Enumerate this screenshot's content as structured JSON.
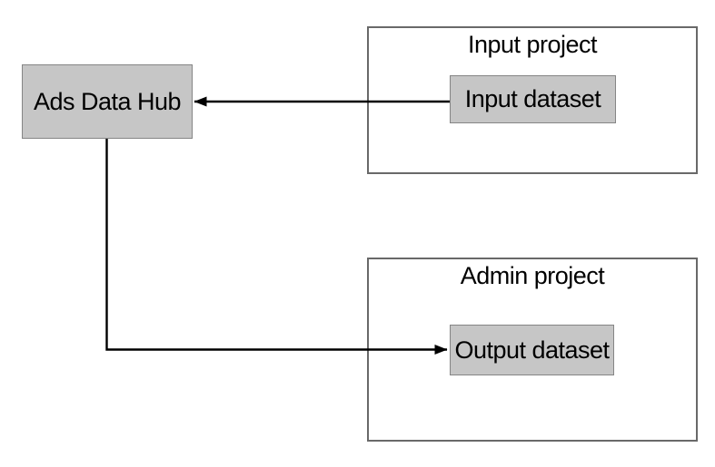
{
  "diagram": {
    "nodes": {
      "ads_data_hub": {
        "label": "Ads Data Hub"
      },
      "input_project": {
        "label": "Input project"
      },
      "input_dataset": {
        "label": "Input dataset",
        "parent": "Input project"
      },
      "admin_project": {
        "label": "Admin project"
      },
      "output_dataset": {
        "label": "Output dataset",
        "parent": "Admin project"
      }
    },
    "edges": [
      {
        "from": "Input dataset",
        "to": "Ads Data Hub"
      },
      {
        "from": "Ads Data Hub",
        "to": "Output dataset"
      }
    ]
  },
  "colors": {
    "background": "#ffffff",
    "node_fill": "#c6c6c6",
    "node_border": "#858585",
    "container_border": "#696969",
    "arrow_color": "#000000",
    "text_color": "#000000"
  }
}
